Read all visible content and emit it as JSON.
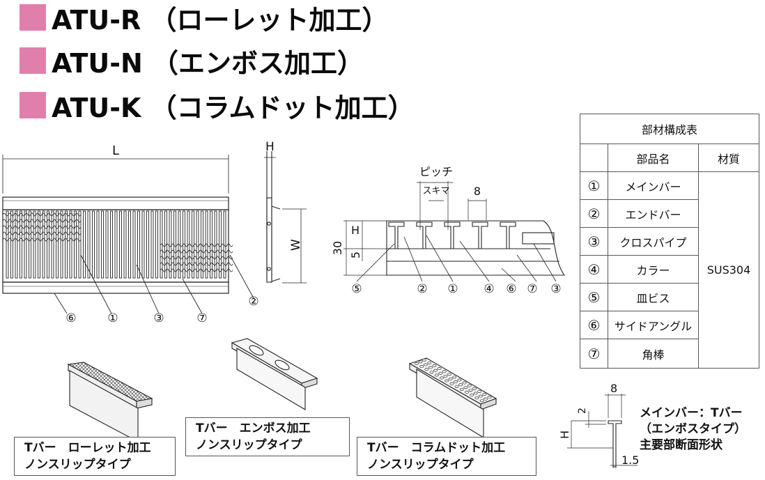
{
  "titles": [
    {
      "model": "ATU-R",
      "desc": "（ローレット加工）"
    },
    {
      "model": "ATU-N",
      "desc": "（エンボス加工）"
    },
    {
      "model": "ATU-K",
      "desc": "（コラムドット加工）"
    }
  ],
  "colors": {
    "accent": "#e07fac",
    "line": "#222222"
  },
  "front_view": {
    "dim_L": "L",
    "callouts": [
      "⑥",
      "①",
      "③",
      "⑦",
      "②"
    ]
  },
  "side_view": {
    "dim_H": "H",
    "dim_W": "W"
  },
  "section_view": {
    "pitch": "ピッチ",
    "gap": "スキマ",
    "dim_8": "8",
    "dim_H": "H",
    "dim_30": "30",
    "dim_5": "5",
    "callouts": [
      "⑤",
      "②",
      "①",
      "④",
      "⑥",
      "⑦",
      "③"
    ]
  },
  "parts_table": {
    "title": "部材構成表",
    "col_name": "部品名",
    "col_material": "材質",
    "material": "SUS304",
    "rows": [
      {
        "no": "①",
        "name": "メインバー"
      },
      {
        "no": "②",
        "name": "エンドバー"
      },
      {
        "no": "③",
        "name": "クロスパイプ"
      },
      {
        "no": "④",
        "name": "カラー"
      },
      {
        "no": "⑤",
        "name": "皿ビス"
      },
      {
        "no": "⑥",
        "name": "サイドアングル"
      },
      {
        "no": "⑦",
        "name": "角棒"
      }
    ]
  },
  "captions": [
    {
      "line1": "Tバー　ローレット加工",
      "line2": "ノンスリップタイプ"
    },
    {
      "line1": "Tバー　エンボス加工",
      "line2": "ノンスリップタイプ"
    },
    {
      "line1": "Tバー　コラムドット加工",
      "line2": "ノンスリップタイプ"
    }
  ],
  "detail": {
    "dim_8": "8",
    "dim_2": "2",
    "dim_H": "H",
    "dim_15": "1.5",
    "note_lines": [
      "メインバー：Tバー",
      "（エンボスタイプ）",
      "主要部断面形状"
    ]
  }
}
